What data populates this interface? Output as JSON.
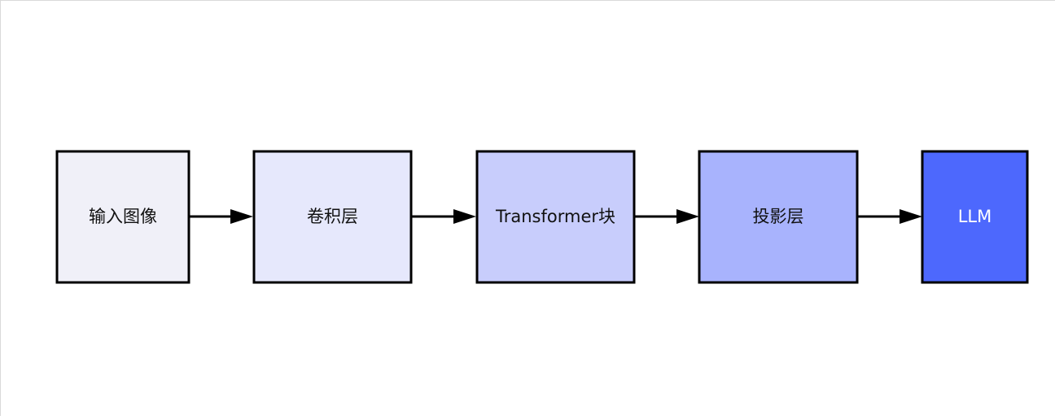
{
  "diagram": {
    "nodes": [
      {
        "id": "input-image",
        "label": "输入图像",
        "fill": "#f0f0f8",
        "text_color": "#111111"
      },
      {
        "id": "conv-layer",
        "label": "卷积层",
        "fill": "#e6e8fc",
        "text_color": "#111111"
      },
      {
        "id": "transformer-block",
        "label": "Transformer块",
        "fill": "#c8cdfc",
        "text_color": "#111111"
      },
      {
        "id": "projection-layer",
        "label": "投影层",
        "fill": "#a8b3fd",
        "text_color": "#111111"
      },
      {
        "id": "llm",
        "label": "LLM",
        "fill": "#4d68fd",
        "text_color": "#ffffff"
      }
    ],
    "edges": [
      {
        "from": "input-image",
        "to": "conv-layer"
      },
      {
        "from": "conv-layer",
        "to": "transformer-block"
      },
      {
        "from": "transformer-block",
        "to": "projection-layer"
      },
      {
        "from": "projection-layer",
        "to": "llm"
      }
    ],
    "stroke_color": "#000000"
  }
}
